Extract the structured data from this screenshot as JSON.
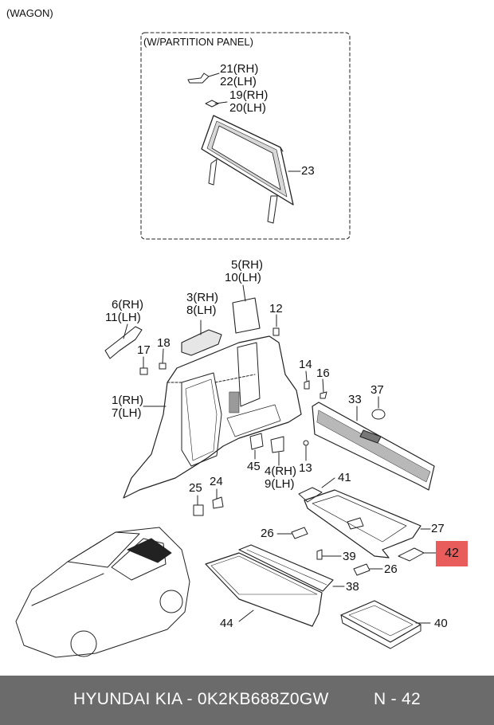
{
  "headers": {
    "variant": "(WAGON)",
    "inset": "(W/PARTITION PANEL)"
  },
  "callouts": {
    "p21": "21",
    "p21_side": "(RH)",
    "p22": "22",
    "p22_side": "(LH)",
    "p19": "19",
    "p19_side": "(RH)",
    "p20": "20",
    "p20_side": "(LH)",
    "p23": "23",
    "p5": "5",
    "p5_side": "(RH)",
    "p10": "10",
    "p10_side": "(LH)",
    "p3": "3",
    "p3_side": "(RH)",
    "p8": "8",
    "p8_side": "(LH)",
    "p6": "6",
    "p6_side": "(RH)",
    "p11": "11",
    "p11_side": "(LH)",
    "p12": "12",
    "p17": "17",
    "p18": "18",
    "p14": "14",
    "p16": "16",
    "p33": "33",
    "p37": "37",
    "p1": "1",
    "p1_side": "(RH)",
    "p7": "7",
    "p7_side": "(LH)",
    "p45": "45",
    "p4": "4",
    "p4_side": "(RH)",
    "p9": "9",
    "p9_side": "(LH)",
    "p13": "13",
    "p41": "41",
    "p25": "25",
    "p24": "24",
    "p27": "27",
    "p26a": "26",
    "p42": "42",
    "p39": "39",
    "p26b": "26",
    "p38": "38",
    "p44": "44",
    "p40": "40"
  },
  "highlight_color": "#e85c5c",
  "footer": {
    "brand": "HYUNDAI  KIA - 0K2KB688Z0GW",
    "page": "N - 42",
    "background": "#6b6b6b"
  }
}
